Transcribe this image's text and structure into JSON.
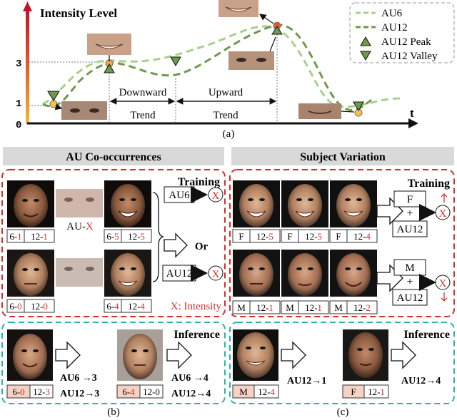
{
  "top": {
    "ylabel": "Intensity Level",
    "xlabel": "t",
    "yticks": [
      "0",
      "1",
      "3"
    ],
    "trend_down": [
      "Downward",
      "Trend"
    ],
    "trend_up": [
      "Upward",
      "Trend"
    ],
    "caption": "(a)",
    "legend": [
      "AU6",
      "AU12",
      "AU12 Peak",
      "AU12 Valley"
    ]
  },
  "panel_b": {
    "header": "AU Co-occurrences",
    "training_title": "Training",
    "au_x_label": "AU-X",
    "au6_box": "AU6",
    "au12_box": "AU12",
    "or_label": "Or",
    "x_mark": "X",
    "legend_x": "X: Intensity",
    "labels_row1": [
      [
        "6-1",
        "12-1"
      ],
      [
        "6-5",
        "12-5"
      ]
    ],
    "labels_row2": [
      [
        "6-0",
        "12-0"
      ],
      [
        "6-4",
        "12-4"
      ]
    ],
    "inference_title": "Inference",
    "inf_left": [
      "AU6 →3",
      "AU12→3"
    ],
    "inf_right": [
      "AU6 →4",
      "AU12→4"
    ],
    "inf_labels": [
      [
        "6-0",
        "12-3"
      ],
      [
        "6-4",
        "12-0"
      ]
    ],
    "caption": "(b)"
  },
  "panel_c": {
    "header": "Subject Variation",
    "training_title": "Training",
    "f_box": "F",
    "m_box": "M",
    "plus": "+",
    "au12_box": "AU12",
    "x_mark": "X",
    "labels_row1": [
      [
        "F",
        "12-5"
      ],
      [
        "F",
        "12-5"
      ],
      [
        "F",
        "12-4"
      ]
    ],
    "labels_row2": [
      [
        "M",
        "12-1"
      ],
      [
        "M",
        "12-1"
      ],
      [
        "M",
        "12-2"
      ]
    ],
    "inference_title": "Inference",
    "inf_mid": "AU12→1",
    "inf_right": "AU12→4",
    "inf_labels": [
      [
        "M",
        "12-4"
      ],
      [
        "F",
        "12-1"
      ]
    ],
    "caption": "(c)"
  },
  "colors": {
    "red": "#d32f2f",
    "teal": "#2bb5a6",
    "au6": "#a8d08d",
    "au12": "#6e9a4c",
    "gray": "#d9d9d9"
  }
}
